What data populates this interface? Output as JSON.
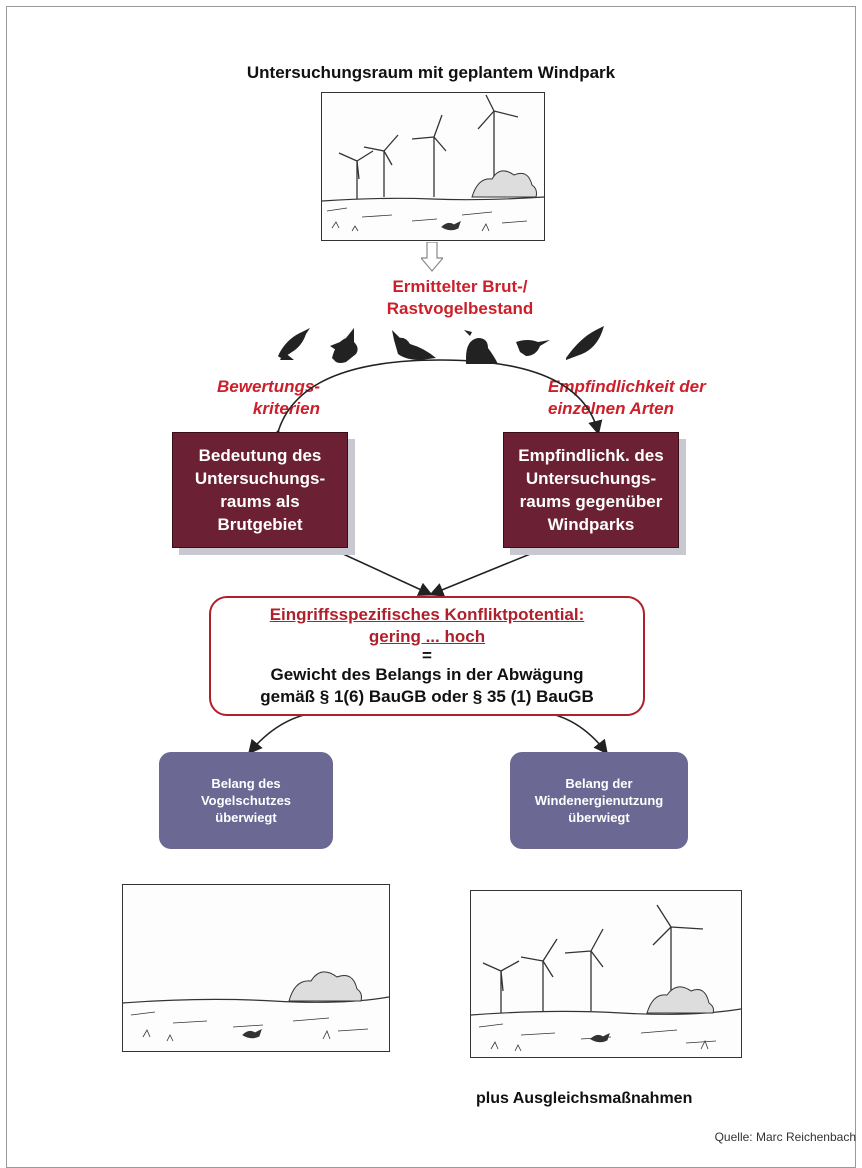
{
  "title": "Untersuchungsraum mit geplantem Windpark",
  "survey_heading": [
    "Ermittelter Brut-/",
    "Rastvogelbestand"
  ],
  "criteria_label": [
    "Bewertungs-",
    "kriterien"
  ],
  "sensitivity_label": [
    "Empfindlichkeit der",
    "einzelnen Arten"
  ],
  "box_significance": [
    "Bedeutung des",
    "Untersuchungs-",
    "raums als",
    "Brutgebiet"
  ],
  "box_sensitivity": [
    "Empfindlichk. des",
    "Untersuchungs-",
    "raums gegenüber",
    "Windparks"
  ],
  "conflict": {
    "line1": "Eingriffsspezifisches Konfliktpotential:",
    "line2": "gering ... hoch",
    "equals": "=",
    "line3": "Gewicht des Belangs in der Abwägung",
    "line4": "gemäß § 1(6) BauGB oder § 35 (1) BauGB"
  },
  "outcome_birds": [
    "Belang des",
    "Vogelschutzes",
    "überwiegt"
  ],
  "outcome_wind": [
    "Belang der",
    "Windenergienutzung",
    "überwiegt"
  ],
  "caption_compensation": "plus Ausgleichsmaßnahmen",
  "source": "Quelle: Marc Reichenbach",
  "colors": {
    "maroon": "#6b2133",
    "red": "#cc1f2a",
    "purple": "#6b6894"
  },
  "icons": [
    "wind-turbine-icon",
    "bird-icon",
    "arrow-down-icon"
  ]
}
